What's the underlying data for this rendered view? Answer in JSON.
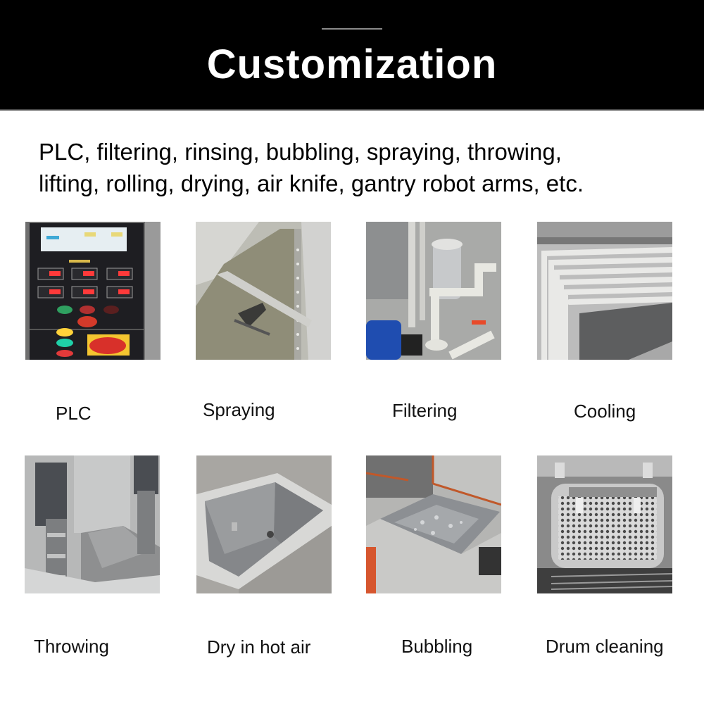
{
  "header": {
    "title": "Customization"
  },
  "description": {
    "line1": "PLC, filtering, rinsing, bubbling, spraying, throwing,",
    "line2": "lifting, rolling, drying, air knife, gantry robot arms, etc."
  },
  "features": [
    {
      "label": "PLC",
      "image": "plc-control-panel"
    },
    {
      "label": "Spraying",
      "image": "spraying-tank"
    },
    {
      "label": "Filtering",
      "image": "filter-pump-system"
    },
    {
      "label": "Cooling",
      "image": "cooling-coils"
    },
    {
      "label": "Throwing",
      "image": "throwing-lift-tank"
    },
    {
      "label": "Dry in hot air",
      "image": "hot-air-dry-tank"
    },
    {
      "label": "Bubbling",
      "image": "bubbling-tank"
    },
    {
      "label": "Drum cleaning",
      "image": "rotating-drum"
    }
  ],
  "colors": {
    "header_bg": "#000000",
    "title": "#ffffff",
    "text": "#111111"
  }
}
